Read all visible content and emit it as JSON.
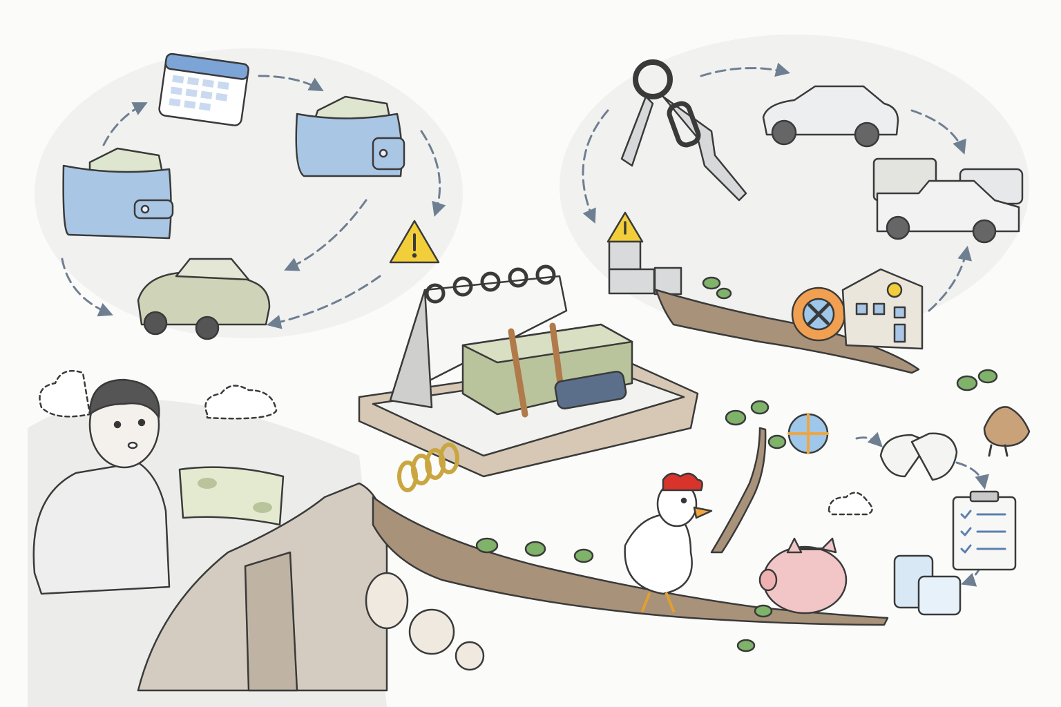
{
  "illustration": {
    "palette": {
      "background": "#fbfbfa",
      "ink": "#3a3a3a",
      "wallet_blue": "#a9c6e4",
      "money_green": "#c9d3b0",
      "branch_brown": "#a8927a",
      "leaf_green": "#7fb36a",
      "warning_yellow": "#f2cf3a",
      "piggy_pink": "#f2c6c6",
      "rooster_red": "#d8342c",
      "arrow_gray": "#6f7f92"
    },
    "cycles": [
      {
        "name": "cash-cycle",
        "icons": [
          "calendar-icon",
          "wallet-full-icon",
          "wallet-icon",
          "car-icon",
          "warning-icon"
        ]
      },
      {
        "name": "asset-cycle",
        "icons": [
          "key-chain-icon",
          "sedan-icon",
          "vehicle-fleet-icon",
          "bank-building-icon",
          "lifebuoy-icon",
          "warning-icon",
          "stone-blocks-icon"
        ]
      },
      {
        "name": "growth-cycle",
        "icons": [
          "globe-icon",
          "handshake-icon",
          "clipboard-checklist-icon",
          "jar-icon",
          "rooster-icon",
          "sprout-icon"
        ]
      }
    ],
    "center": [
      "calendar-trap",
      "money-stack",
      "spring-icon",
      "battery-icon"
    ],
    "foreground": [
      "worried-man",
      "banknote",
      "tree-stump",
      "branch",
      "hen-icon",
      "piggy-bank-icon",
      "thought-cloud-icon"
    ]
  }
}
